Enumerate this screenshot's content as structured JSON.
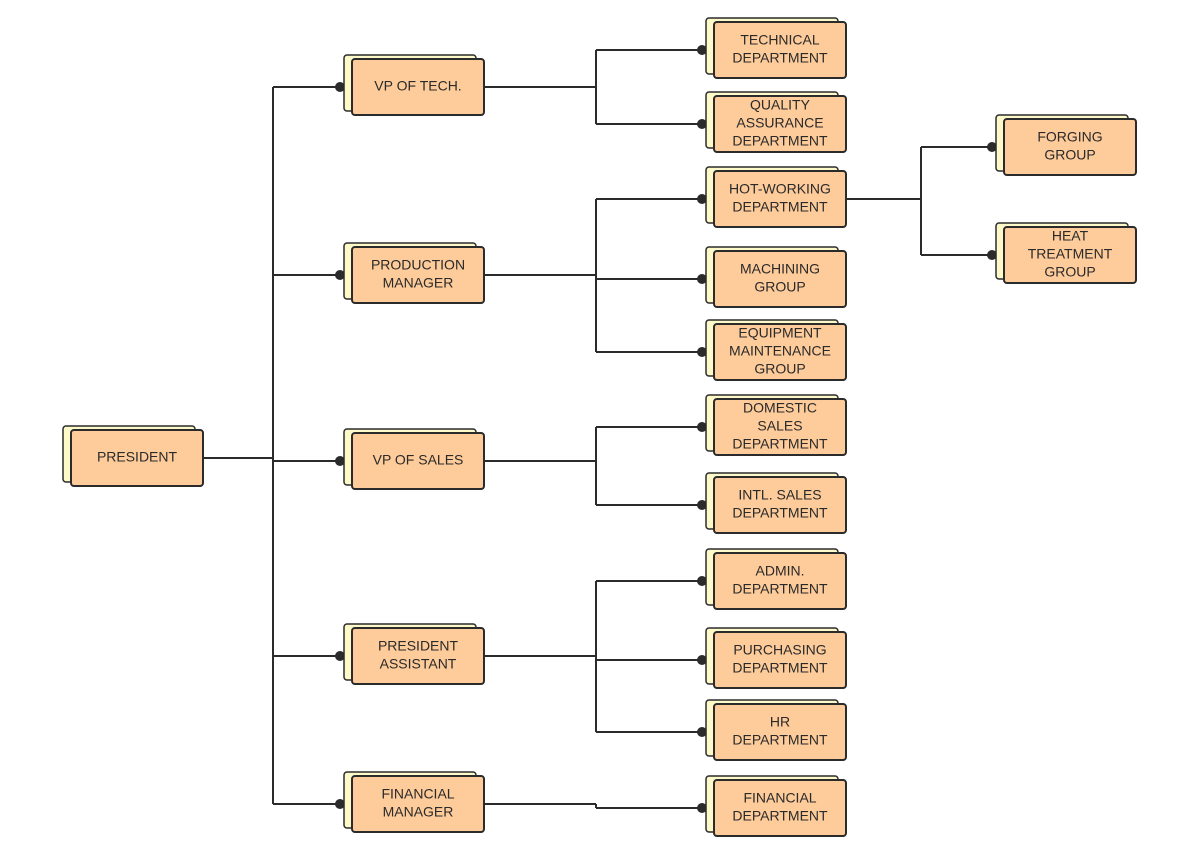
{
  "colors": {
    "node_fill": "#fecb9a",
    "node_back": "#fdf9c8",
    "border": "#2b2b2b",
    "line": "#2b2b2b",
    "background": "#ffffff"
  },
  "nodes": [
    {
      "id": "president",
      "lines": [
        "PRESIDENT"
      ]
    },
    {
      "id": "vp-tech",
      "lines": [
        "VP OF TECH."
      ]
    },
    {
      "id": "production-manager",
      "lines": [
        "PRODUCTION",
        "MANAGER"
      ]
    },
    {
      "id": "vp-sales",
      "lines": [
        "VP OF SALES"
      ]
    },
    {
      "id": "president-assistant",
      "lines": [
        "PRESIDENT",
        "ASSISTANT"
      ]
    },
    {
      "id": "financial-manager",
      "lines": [
        "FINANCIAL",
        "MANAGER"
      ]
    },
    {
      "id": "technical-department",
      "lines": [
        "TECHNICAL",
        "DEPARTMENT"
      ]
    },
    {
      "id": "quality-assurance-department",
      "lines": [
        "QUALITY",
        "ASSURANCE",
        "DEPARTMENT"
      ]
    },
    {
      "id": "hot-working-department",
      "lines": [
        "HOT-WORKING",
        "DEPARTMENT"
      ]
    },
    {
      "id": "machining-group",
      "lines": [
        "MACHINING",
        "GROUP"
      ]
    },
    {
      "id": "equipment-maintenance-group",
      "lines": [
        "EQUIPMENT",
        "MAINTENANCE",
        "GROUP"
      ]
    },
    {
      "id": "domestic-sales-department",
      "lines": [
        "DOMESTIC",
        "SALES",
        "DEPARTMENT"
      ]
    },
    {
      "id": "intl-sales-department",
      "lines": [
        "INTL. SALES",
        "DEPARTMENT"
      ]
    },
    {
      "id": "admin-department",
      "lines": [
        "ADMIN.",
        "DEPARTMENT"
      ]
    },
    {
      "id": "purchasing-department",
      "lines": [
        "PURCHASING",
        "DEPARTMENT"
      ]
    },
    {
      "id": "hr-department",
      "lines": [
        "HR",
        "DEPARTMENT"
      ]
    },
    {
      "id": "financial-department",
      "lines": [
        "FINANCIAL",
        "DEPARTMENT"
      ]
    },
    {
      "id": "forging-group",
      "lines": [
        "FORGING",
        "GROUP"
      ]
    },
    {
      "id": "heat-treatment-group",
      "lines": [
        "HEAT",
        "TREATMENT",
        "GROUP"
      ]
    }
  ],
  "edges": [
    {
      "from": "president",
      "to": [
        "vp-tech",
        "production-manager",
        "vp-sales",
        "president-assistant",
        "financial-manager"
      ]
    },
    {
      "from": "vp-tech",
      "to": [
        "technical-department",
        "quality-assurance-department"
      ]
    },
    {
      "from": "production-manager",
      "to": [
        "hot-working-department",
        "machining-group",
        "equipment-maintenance-group"
      ]
    },
    {
      "from": "vp-sales",
      "to": [
        "domestic-sales-department",
        "intl-sales-department"
      ]
    },
    {
      "from": "president-assistant",
      "to": [
        "admin-department",
        "purchasing-department",
        "hr-department"
      ]
    },
    {
      "from": "financial-manager",
      "to": [
        "financial-department"
      ]
    },
    {
      "from": "hot-working-department",
      "to": [
        "forging-group",
        "heat-treatment-group"
      ]
    }
  ]
}
